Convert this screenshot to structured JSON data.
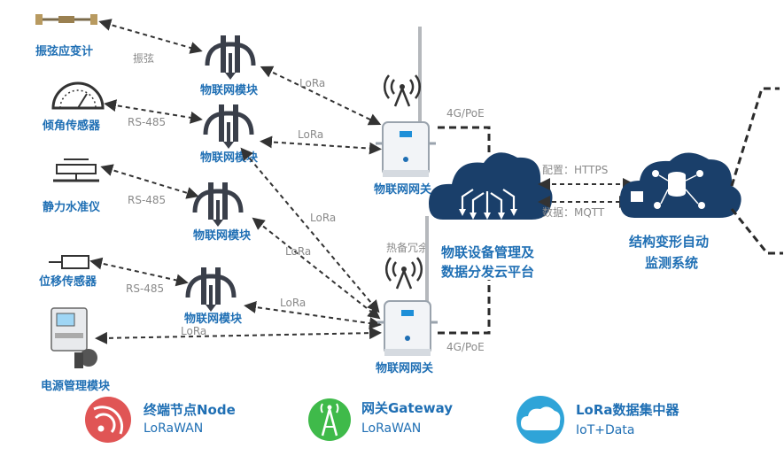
{
  "sensors": {
    "strain_gauge": "振弦应变计",
    "tilt_sensor": "倾角传感器",
    "static_level": "静力水准仪",
    "displacement_sensor": "位移传感器",
    "power_module": "电源管理模块"
  },
  "modules": {
    "m1": "物联网模块",
    "m2": "物联网模块",
    "m3": "物联网模块",
    "m4": "物联网模块"
  },
  "link_labels": {
    "vibrating_wire": "振弦",
    "rs485_1": "RS-485",
    "rs485_2": "RS-485",
    "rs485_3": "RS-485",
    "lora": "LoRa",
    "g4poe_top": "4G/PoE",
    "g4poe_bottom": "4G/PoE",
    "config_https": "配置：HTTPS",
    "data_mqtt": "数据：MQTT"
  },
  "gateways": {
    "top": "物联网网关",
    "bottom": "物联网网关",
    "hot_standby": "热备冗余"
  },
  "cloud_platform": {
    "line1": "物联设备管理及",
    "line2": "数据分发云平台"
  },
  "monitoring_system": {
    "line1": "结构变形自动",
    "line2": "监测系统"
  },
  "legend": [
    {
      "title": "终端节点Node",
      "sub": "LoRaWAN",
      "icon": "wifi-signal-icon",
      "color": "#e05555"
    },
    {
      "title": "网关Gateway",
      "sub": "LoRaWAN",
      "icon": "antenna-tower-icon",
      "color": "#3fba4a"
    },
    {
      "title": "LoRa数据集中器",
      "sub": "IoT+Data",
      "icon": "cloud-icon",
      "color": "#2fa4d8"
    }
  ],
  "colors": {
    "accent_blue": "#1f6fb4",
    "module_icon": "#3a3f4a",
    "cloud": "#1a3f6a"
  }
}
